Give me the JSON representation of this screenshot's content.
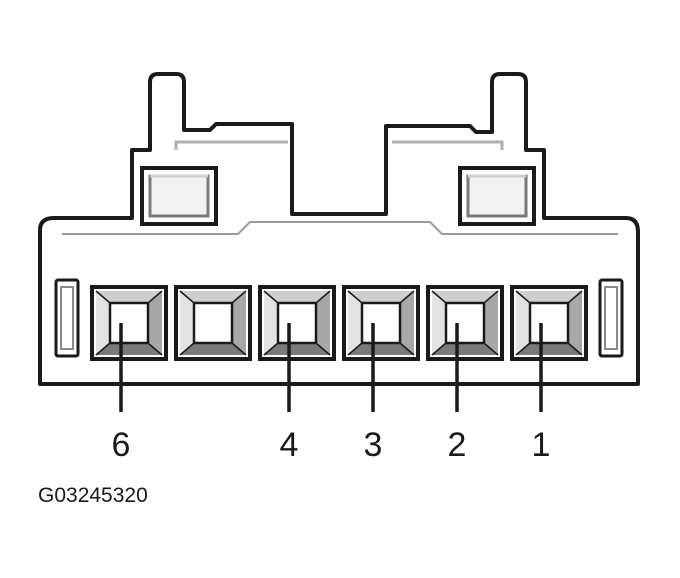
{
  "diagram": {
    "figure_id": "G03245320",
    "cavities": [
      {
        "label": "6",
        "has_leader": true
      },
      {
        "label": "",
        "has_leader": false
      },
      {
        "label": "4",
        "has_leader": true
      },
      {
        "label": "3",
        "has_leader": true
      },
      {
        "label": "2",
        "has_leader": true
      },
      {
        "label": "1",
        "has_leader": true
      }
    ],
    "colors": {
      "outline": "#1a1a1a",
      "face_fill": "#ffffff",
      "bevel_light": "#cfcfcf",
      "bevel_dark": "#7a7a7a",
      "lock_window_fill": "#f2f2f2"
    }
  }
}
